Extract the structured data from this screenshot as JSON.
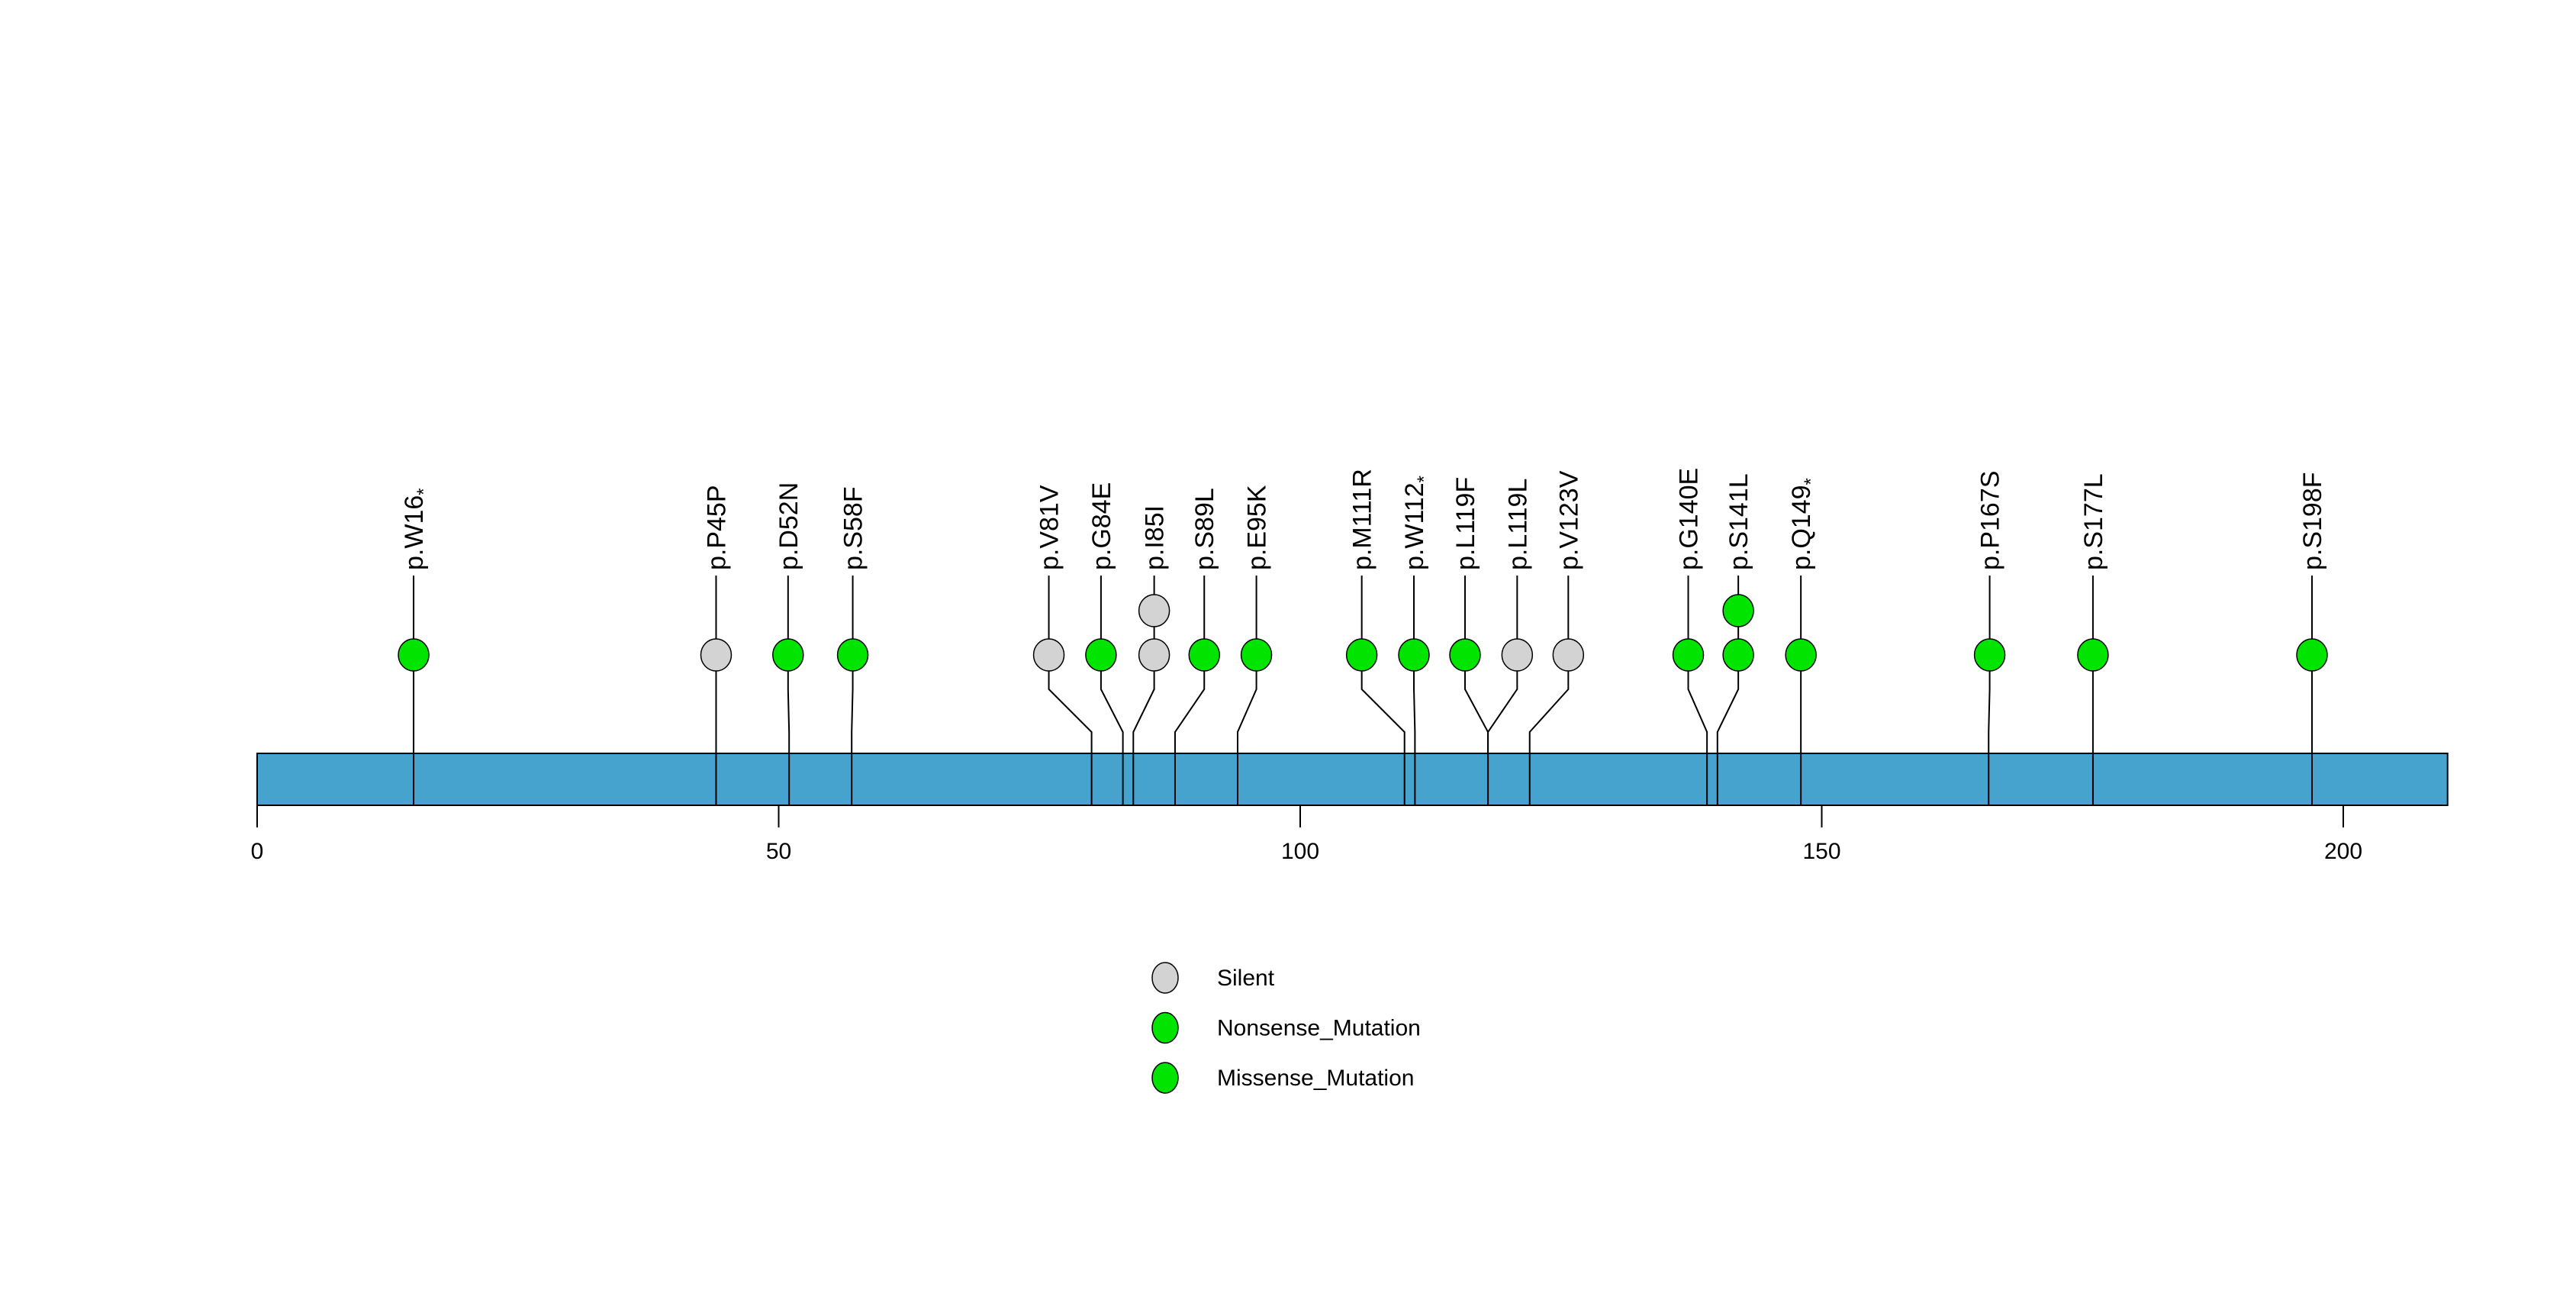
{
  "figure": {
    "background": "#ffffff"
  },
  "chart_data": {
    "type": "lollipop",
    "description": "Protein mutation lollipop plot",
    "protein_bar": {
      "color": "#45a3ce",
      "outline": "#000000",
      "aa_start": 0,
      "aa_end": 210
    },
    "axis": {
      "ticks": [
        0,
        50,
        100,
        150,
        200
      ],
      "xlim": [
        0,
        210
      ],
      "grid": false
    },
    "legend": {
      "position": "bottom-center",
      "items": [
        {
          "label": "Silent",
          "color": "#d3d3d3"
        },
        {
          "label": "Nonsense_Mutation",
          "color": "#00e400"
        },
        {
          "label": "Missense_Mutation",
          "color": "#00e400"
        }
      ]
    },
    "mutations": [
      {
        "label": "p.W16",
        "suffix": "*",
        "pos": 16,
        "display": 16,
        "count": 1,
        "type": "Nonsense_Mutation",
        "color": "#00e400"
      },
      {
        "label": "p.P45P",
        "pos": 45,
        "display": 45,
        "count": 1,
        "type": "Silent",
        "color": "#d3d3d3"
      },
      {
        "label": "p.D52N",
        "pos": 52,
        "display": 51.9,
        "count": 1,
        "type": "Missense_Mutation",
        "color": "#00e400"
      },
      {
        "label": "p.S58F",
        "pos": 58,
        "display": 58.1,
        "count": 1,
        "type": "Missense_Mutation",
        "color": "#00e400"
      },
      {
        "label": "p.V81V",
        "pos": 81,
        "display": 76.9,
        "count": 1,
        "type": "Silent",
        "color": "#d3d3d3"
      },
      {
        "label": "p.G84E",
        "pos": 84,
        "display": 81.9,
        "count": 1,
        "type": "Missense_Mutation",
        "color": "#00e400"
      },
      {
        "label": "p.I85I",
        "pos": 85,
        "display": 87,
        "count": 2,
        "type": "Silent",
        "color": "#d3d3d3"
      },
      {
        "label": "p.S89L",
        "pos": 89,
        "display": 91.8,
        "count": 1,
        "type": "Missense_Mutation",
        "color": "#00e400"
      },
      {
        "label": "p.E95K",
        "pos": 95,
        "display": 96.8,
        "count": 1,
        "type": "Missense_Mutation",
        "color": "#00e400"
      },
      {
        "label": "p.M111R",
        "pos": 111,
        "display": 106.9,
        "count": 1,
        "type": "Missense_Mutation",
        "color": "#00e400"
      },
      {
        "label": "p.W112",
        "suffix": "*",
        "pos": 112,
        "display": 111.9,
        "count": 1,
        "type": "Nonsense_Mutation",
        "color": "#00e400"
      },
      {
        "label": "p.L119F",
        "pos": 119,
        "display": 116.8,
        "count": 1,
        "type": "Missense_Mutation",
        "color": "#00e400"
      },
      {
        "label": "p.L119L",
        "pos": 119,
        "display": 121.8,
        "count": 1,
        "type": "Silent",
        "color": "#d3d3d3"
      },
      {
        "label": "p.V123V",
        "pos": 123,
        "display": 126.7,
        "count": 1,
        "type": "Silent",
        "color": "#d3d3d3"
      },
      {
        "label": "p.G140E",
        "pos": 140,
        "display": 138.2,
        "count": 1,
        "type": "Missense_Mutation",
        "color": "#00e400"
      },
      {
        "label": "p.S141L",
        "pos": 141,
        "display": 143,
        "count": 2,
        "type": "Missense_Mutation",
        "color": "#00e400"
      },
      {
        "label": "p.Q149",
        "suffix": "*",
        "pos": 149,
        "display": 149,
        "count": 1,
        "type": "Nonsense_Mutation",
        "color": "#00e400"
      },
      {
        "label": "p.P167S",
        "pos": 167,
        "display": 167.1,
        "count": 1,
        "type": "Missense_Mutation",
        "color": "#00e400"
      },
      {
        "label": "p.S177L",
        "pos": 177,
        "display": 177,
        "count": 1,
        "type": "Missense_Mutation",
        "color": "#00e400"
      },
      {
        "label": "p.S198F",
        "pos": 198,
        "display": 198,
        "count": 1,
        "type": "Missense_Mutation",
        "color": "#00e400"
      }
    ]
  }
}
